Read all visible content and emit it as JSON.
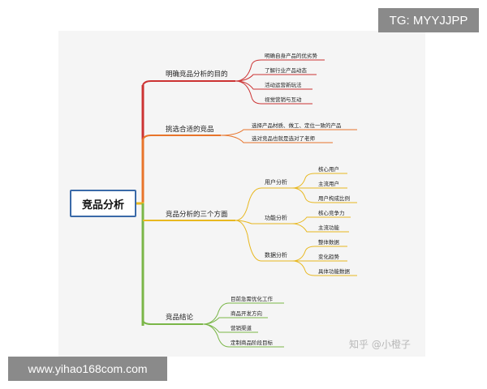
{
  "root": {
    "label": "竞品分析"
  },
  "branches": [
    {
      "label": "明确竞品分析的目的",
      "color": "#cc3333",
      "children": [
        {
          "label": "明确自身产品的优劣势"
        },
        {
          "label": "了解行业产品动态"
        },
        {
          "label": "活动运营新玩法"
        },
        {
          "label": "视觉营销与互动"
        }
      ]
    },
    {
      "label": "挑选合适的竞品",
      "color": "#e8742a",
      "children": [
        {
          "label": "选择产品材质、做工、定位一致的产品"
        },
        {
          "label": "选对竞品也就是选对了老师"
        }
      ]
    },
    {
      "label": "竞品分析的三个方面",
      "color": "#e8b820",
      "children": [
        {
          "label": "用户分析",
          "children": [
            {
              "label": "核心用户"
            },
            {
              "label": "主流用户"
            },
            {
              "label": "用户构成比例"
            }
          ]
        },
        {
          "label": "功能分析",
          "children": [
            {
              "label": "核心竞争力"
            },
            {
              "label": "主流功能"
            }
          ]
        },
        {
          "label": "数据分析",
          "children": [
            {
              "label": "整体数据"
            },
            {
              "label": "变化趋势"
            },
            {
              "label": "具体功能数据"
            }
          ]
        }
      ]
    },
    {
      "label": "竞品结论",
      "color": "#7ab648",
      "children": [
        {
          "label": "目前急需优化工作"
        },
        {
          "label": "商品开发方向"
        },
        {
          "label": "营销渠道"
        },
        {
          "label": "定制商品阶段目标"
        }
      ]
    }
  ],
  "watermarks": {
    "tg": "TG: MYYJJPP",
    "site": "www.yihao168com.com",
    "zhihu": "知乎 @小橙子"
  }
}
